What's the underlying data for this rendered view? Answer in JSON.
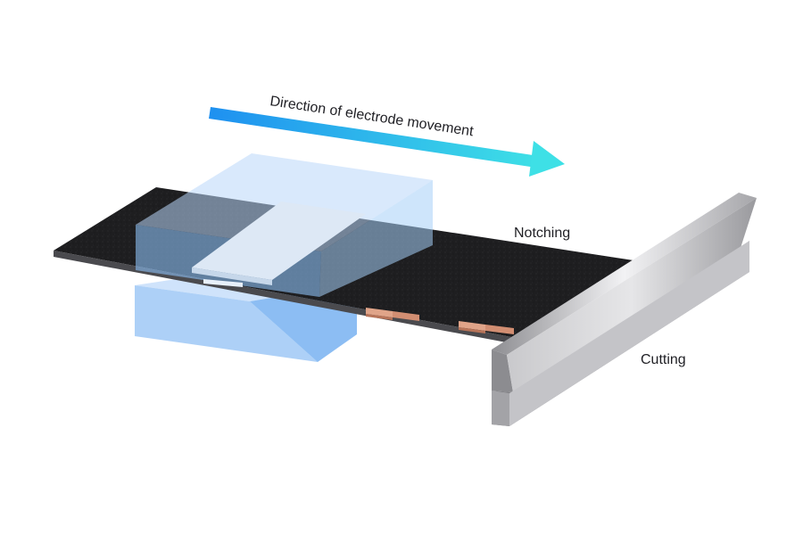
{
  "diagram": {
    "arrow_label": "Direction of electrode movement",
    "labels": {
      "notching": "Notching",
      "cutting": "Cutting"
    }
  },
  "colors": {
    "arrow_start": "#1e90f0",
    "arrow_end": "#3ee0e6",
    "electrode": "#1c1c1e",
    "die_blue": "#8cc0f5",
    "punch_light": "#dde8f5",
    "copper_tab": "#e0a489",
    "blade_steel": "#b8b8bc"
  },
  "icons": [
    "direction-arrow-icon"
  ]
}
